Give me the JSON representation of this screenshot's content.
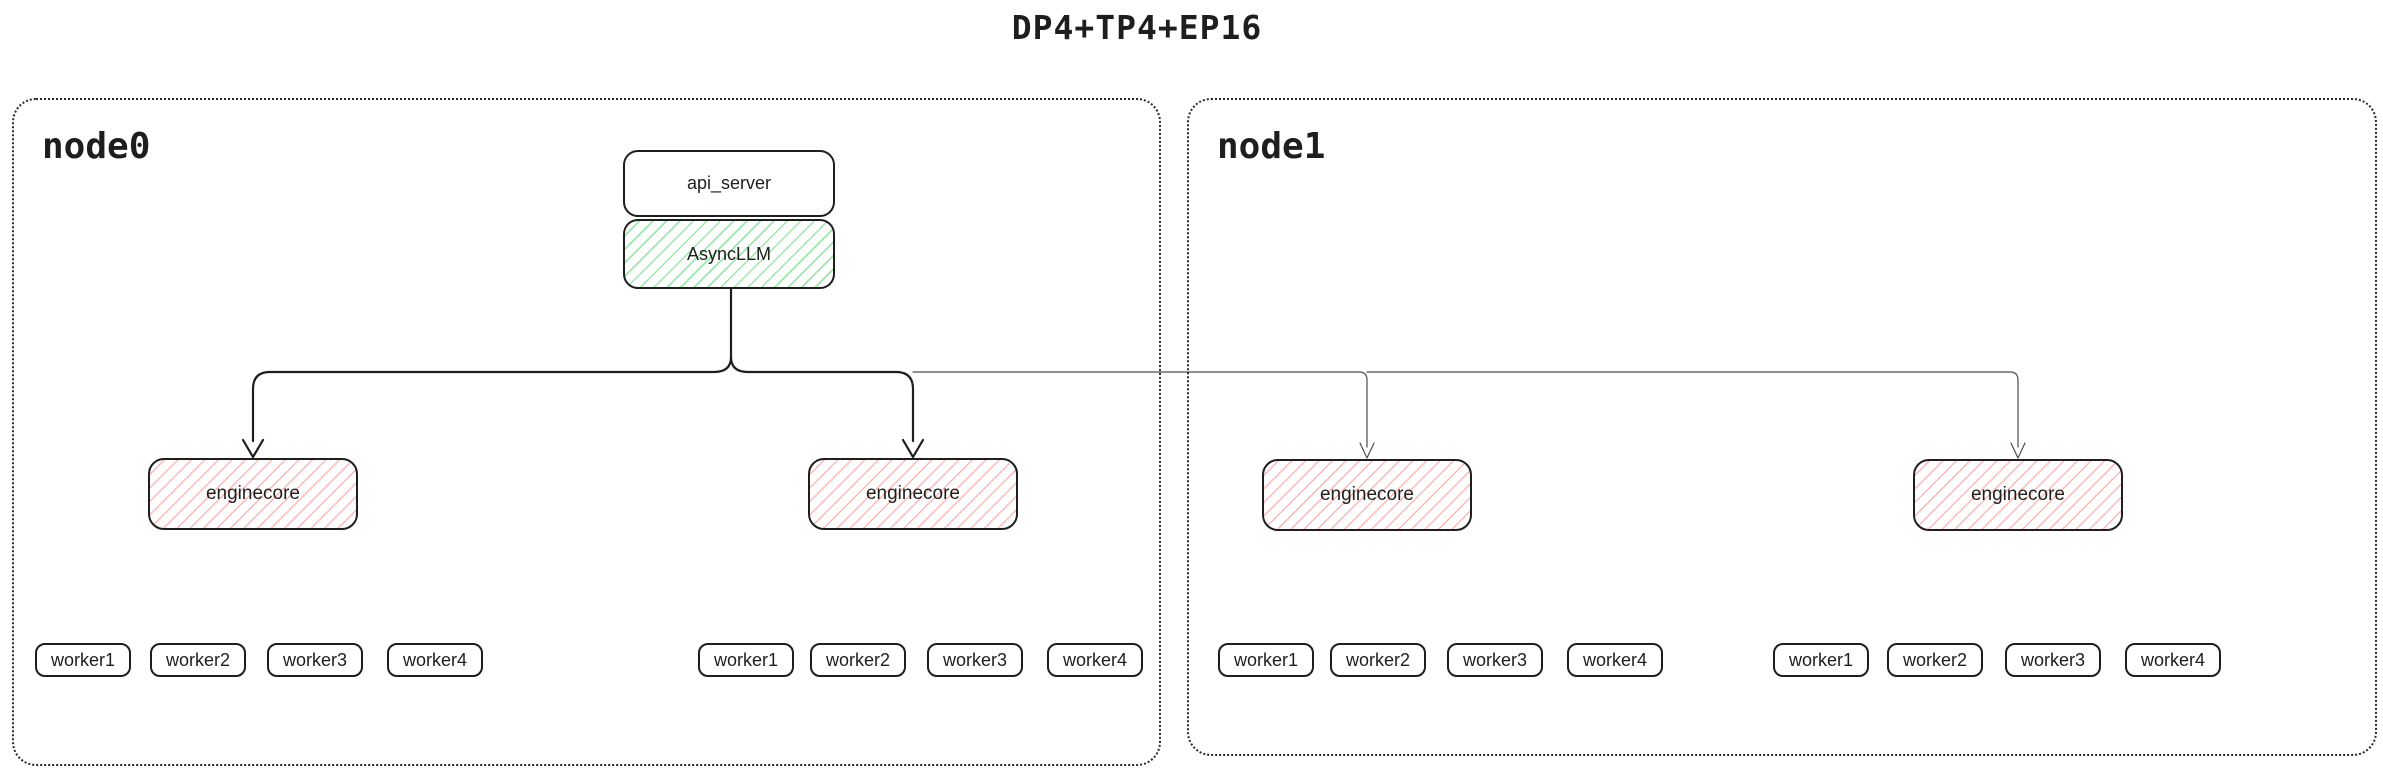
{
  "title": "DP4+TP4+EP16",
  "node0": {
    "label": "node0"
  },
  "node1": {
    "label": "node1"
  },
  "api_server": {
    "label": "api_server"
  },
  "asyncllm": {
    "label": "AsyncLLM"
  },
  "enginecores": [
    {
      "label": "enginecore"
    },
    {
      "label": "enginecore"
    },
    {
      "label": "enginecore"
    },
    {
      "label": "enginecore"
    }
  ],
  "worker_groups": [
    {
      "workers": [
        {
          "label": "worker1"
        },
        {
          "label": "worker2"
        },
        {
          "label": "worker3"
        },
        {
          "label": "worker4"
        }
      ]
    },
    {
      "workers": [
        {
          "label": "worker1"
        },
        {
          "label": "worker2"
        },
        {
          "label": "worker3"
        },
        {
          "label": "worker4"
        }
      ]
    },
    {
      "workers": [
        {
          "label": "worker1"
        },
        {
          "label": "worker2"
        },
        {
          "label": "worker3"
        },
        {
          "label": "worker4"
        }
      ]
    },
    {
      "workers": [
        {
          "label": "worker1"
        },
        {
          "label": "worker2"
        },
        {
          "label": "worker3"
        },
        {
          "label": "worker4"
        }
      ]
    }
  ],
  "colors": {
    "border": "#1e1e1e",
    "thin_line": "#4d4d4d",
    "green_hatch": "#9ce8a9",
    "red_hatch": "#ffb8b8"
  }
}
